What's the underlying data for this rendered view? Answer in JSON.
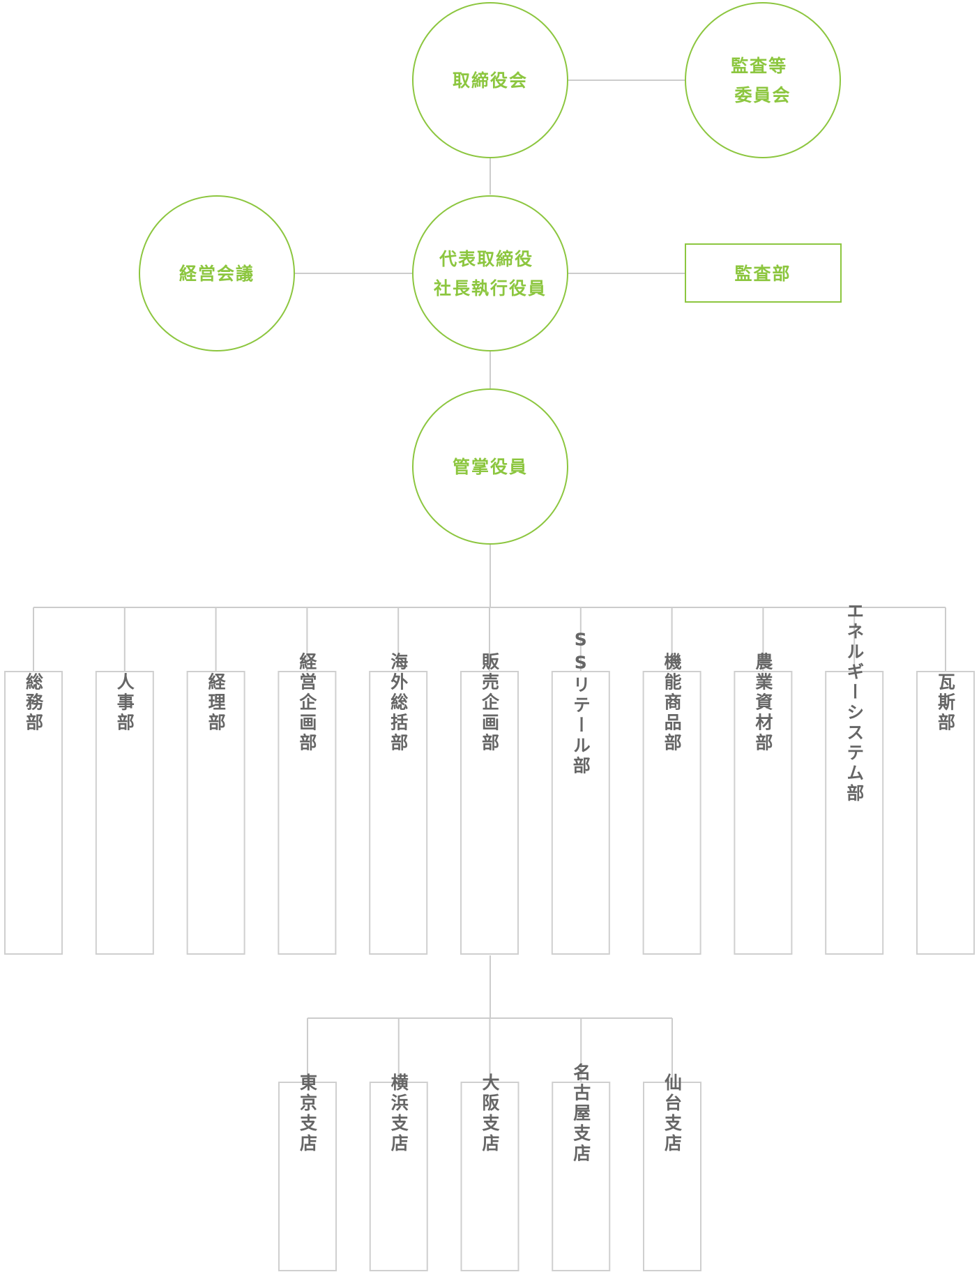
{
  "colors": {
    "accent": "#8cc63f",
    "line": "#cccccc",
    "box_border": "#cfcfcf",
    "text_grey": "#666666"
  },
  "top": {
    "board": {
      "lines": [
        "取締役会"
      ]
    },
    "audit_committee": {
      "lines": [
        "監査等",
        "委員会"
      ]
    },
    "management_meeting": {
      "lines": [
        "経営会議"
      ]
    },
    "president": {
      "lines": [
        "代表取締役",
        "社長執行役員"
      ]
    },
    "audit_dept": {
      "lines": [
        "監査部"
      ]
    },
    "executive": {
      "lines": [
        "管掌役員"
      ]
    }
  },
  "departments": [
    {
      "id": "dept-general-affairs",
      "label": "総務部"
    },
    {
      "id": "dept-hr",
      "label": "人事部"
    },
    {
      "id": "dept-accounting",
      "label": "経理部"
    },
    {
      "id": "dept-corporate-planning",
      "label": "経営企画部"
    },
    {
      "id": "dept-overseas",
      "label": "海外総括部"
    },
    {
      "id": "dept-sales-planning",
      "label": "販売企画部"
    },
    {
      "id": "dept-ss-retail",
      "label": "SSリテール部"
    },
    {
      "id": "dept-functional-products",
      "label": "機能商品部"
    },
    {
      "id": "dept-agri-materials",
      "label": "農業資材部"
    },
    {
      "id": "dept-energy-systems",
      "label": "エネルギーシステム部"
    },
    {
      "id": "dept-gas",
      "label": "瓦斯部"
    }
  ],
  "branches": [
    {
      "id": "branch-tokyo",
      "label": "東京支店"
    },
    {
      "id": "branch-yokohama",
      "label": "横浜支店"
    },
    {
      "id": "branch-osaka",
      "label": "大阪支店"
    },
    {
      "id": "branch-nagoya",
      "label": "名古屋支店"
    },
    {
      "id": "branch-sendai",
      "label": "仙台支店"
    }
  ]
}
